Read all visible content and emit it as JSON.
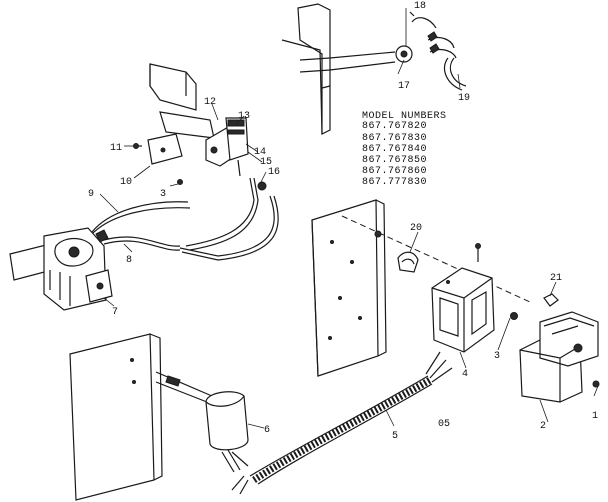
{
  "model_numbers": {
    "heading": "MODEL NUMBERS",
    "items": [
      "867.767820",
      "867.767830",
      "867.767840",
      "867.767850",
      "867.767860",
      "867.777830"
    ]
  },
  "callouts": [
    "1",
    "2",
    "3",
    "3",
    "4",
    "5",
    "6",
    "7",
    "8",
    "9",
    "10",
    "11",
    "12",
    "13",
    "14",
    "15",
    "16",
    "17",
    "18",
    "19",
    "20",
    "21"
  ],
  "footnote": "05"
}
